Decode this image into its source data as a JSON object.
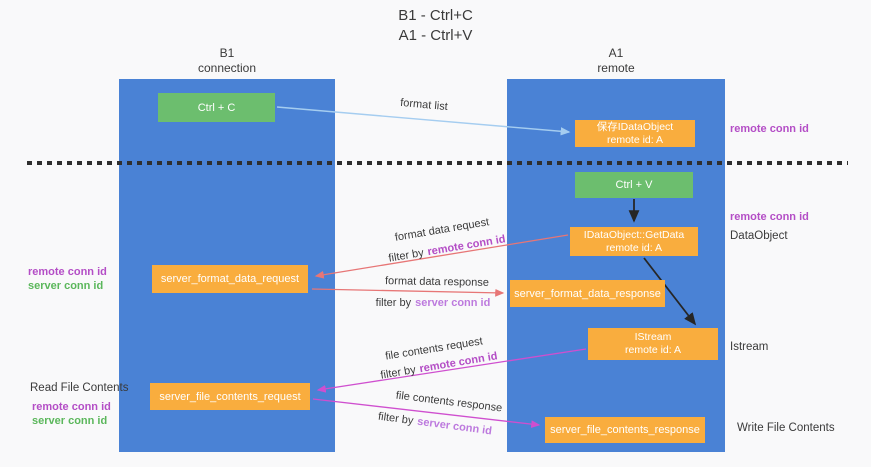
{
  "title": {
    "line1": "B1 - Ctrl+C",
    "line2": "A1 - Ctrl+V"
  },
  "columns": {
    "left": {
      "name": "B1",
      "subtitle": "connection"
    },
    "right": {
      "name": "A1",
      "subtitle": "remote"
    }
  },
  "boxes": {
    "ctrl_c": "Ctrl + C",
    "ctrl_v": "Ctrl + V",
    "save_idataobject": {
      "line1": "保存IDataObject",
      "line2": "remote id: A"
    },
    "getdata": {
      "line1": "IDataObject::GetData",
      "line2": "remote id: A"
    },
    "istream": {
      "line1": "IStream",
      "line2": "remote id: A"
    },
    "server_format_data_request": "server_format_data_request",
    "server_format_data_response": "server_format_data_response",
    "server_file_contents_request": "server_file_contents_request",
    "server_file_contents_response": "server_file_contents_response"
  },
  "arrow_labels": {
    "format_list": "format list",
    "format_data_request": "format data request",
    "format_data_response": "format data response",
    "file_contents_request": "file contents request",
    "file_contents_response": "file contents response",
    "filter_by": "filter by",
    "remote_conn_id": "remote conn id",
    "server_conn_id": "server conn id"
  },
  "side_labels": {
    "right_remote_conn_id_top": "remote conn id",
    "right_remote_conn_id_mid": "remote conn id",
    "dataobject": "DataObject",
    "istream": "Istream",
    "write_file_contents": "Write File Contents",
    "left_remote_conn_id_1": "remote conn id",
    "left_server_conn_id_1": "server conn id",
    "read_file_contents": "Read File Contents",
    "left_remote_conn_id_2": "remote conn id",
    "left_server_conn_id_2": "server conn id"
  },
  "colors": {
    "column_blue": "#4a82d5",
    "box_green": "#6cbe6e",
    "box_orange": "#f9ad3e",
    "arrow_blue": "#a5cdf0",
    "arrow_black": "#262626",
    "arrow_red": "#e77676",
    "arrow_magenta": "#cf4fcf",
    "text_purple": "#b44ec6",
    "text_light_purple": "#bd7ade",
    "text_green": "#5bb75b"
  }
}
